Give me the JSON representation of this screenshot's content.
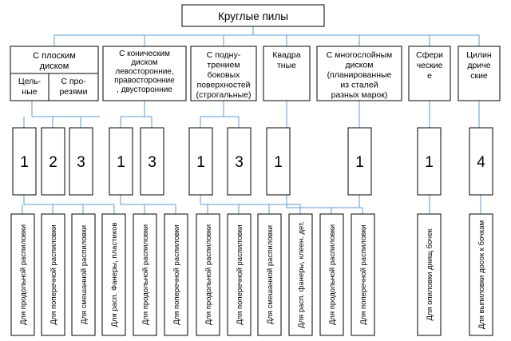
{
  "title": "Круглые пилы",
  "categories": [
    {
      "lines": [
        "С плоским",
        "диском"
      ]
    },
    {
      "lines": [
        "С коническим",
        "диском",
        "левосторонние,",
        "правосторонние",
        ", двусторонние"
      ]
    },
    {
      "lines": [
        "С подну-",
        "трением",
        "боковых",
        "поверхностей",
        "(строгальные)"
      ]
    },
    {
      "lines": [
        "Квадра",
        "тные"
      ]
    },
    {
      "lines": [
        "С многослойным",
        "диском",
        "(планированные",
        "из сталей",
        "разных марок)"
      ]
    },
    {
      "lines": [
        "Сфери",
        "ческие",
        "е"
      ]
    },
    {
      "lines": [
        "Цилин",
        "дриче",
        "ские"
      ]
    }
  ],
  "subtypes": [
    {
      "lines": [
        "Цель-",
        "ные"
      ]
    },
    {
      "lines": [
        "С про-",
        "резями"
      ]
    }
  ],
  "numbers": [
    "1",
    "2",
    "3",
    "1",
    "3",
    "1",
    "3",
    "1",
    "1",
    "1",
    "4"
  ],
  "purposes": [
    "Для продольной распиловки",
    "Для поперечной распиловки",
    "Для смешанной распиловки",
    "Для расп. Фанеры, пластиков",
    "Для продольной распиловки",
    "Для поперечной распиловки",
    "Для продольной распиловки",
    "Для поперечной распиловки",
    "Для смешанной распиловки",
    "Для расп. фанеры, клеен. дет.",
    "Для продольной распиловки",
    "Для поперечной распиловки",
    "Для опиловки днищ бочек",
    "Для выпиловки досок к бочкам"
  ]
}
